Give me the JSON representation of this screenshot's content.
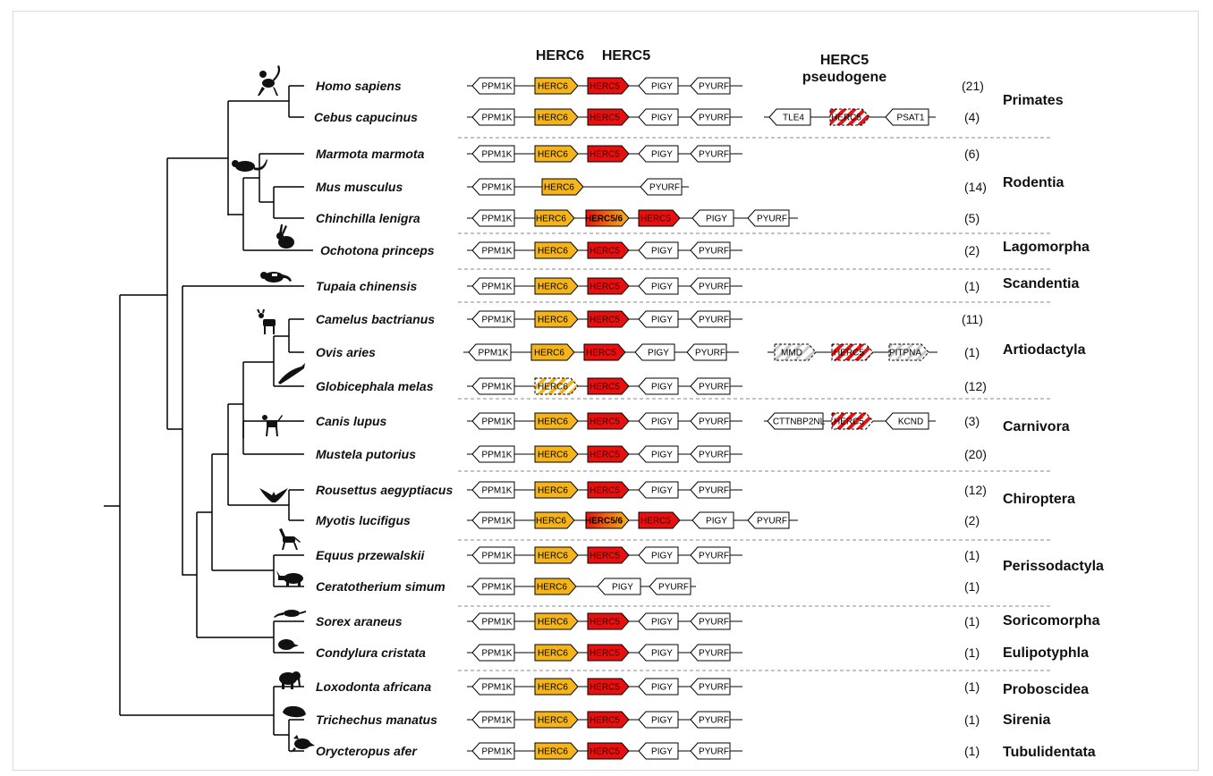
{
  "headers": {
    "herc6": "HERC6",
    "herc5": "HERC5",
    "pseudogene_line1": "HERC5",
    "pseudogene_line2": "pseudogene"
  },
  "colors": {
    "herc6": "#f5b419",
    "herc5": "#e8100e",
    "pseudo_herc": "#e81010",
    "pseudo_flank": "#bfbfbf",
    "divider": "#8a8a8a",
    "tree": "#000000"
  },
  "rows": [
    {
      "species": "Homo sapiens",
      "count": "(21)",
      "icon": "monkey-icon",
      "genes": [
        "PPM1K",
        "HERC6",
        "HERC5",
        "PIGY",
        "PYURF"
      ],
      "pseudo": []
    },
    {
      "species": "Cebus capucinus",
      "count": "(4)",
      "icon": "",
      "genes": [
        "PPM1K",
        "HERC6",
        "HERC5",
        "PIGY",
        "PYURF"
      ],
      "pseudo": [
        "TLE4",
        "HERC5",
        "PSAT1"
      ]
    },
    {
      "species": "Marmota marmota",
      "count": "(6)",
      "icon": "rat-icon",
      "genes": [
        "PPM1K",
        "HERC6",
        "HERC5",
        "PIGY",
        "PYURF"
      ],
      "pseudo": []
    },
    {
      "species": "Mus musculus",
      "count": "(14)",
      "icon": "",
      "genes": [
        "PPM1K",
        "HERC6",
        "PYURF"
      ],
      "pseudo": []
    },
    {
      "species": "Chinchilla lenigra",
      "count": "(5)",
      "icon": "",
      "genes": [
        "PPM1K",
        "HERC6",
        "HERC5/6",
        "HERC5",
        "PIGY",
        "PYURF"
      ],
      "pseudo": []
    },
    {
      "species": "Ochotona princeps",
      "count": "(2)",
      "icon": "rabbit-icon",
      "genes": [
        "PPM1K",
        "HERC6",
        "HERC5",
        "PIGY",
        "PYURF"
      ],
      "pseudo": []
    },
    {
      "species": "Tupaia chinensis",
      "count": "(1)",
      "icon": "treeshrew-icon",
      "genes": [
        "PPM1K",
        "HERC6",
        "HERC5",
        "PIGY",
        "PYURF"
      ],
      "pseudo": []
    },
    {
      "species": "Camelus bactrianus",
      "count": "(11)",
      "icon": "goat-icon",
      "genes": [
        "PPM1K",
        "HERC6",
        "HERC5",
        "PIGY",
        "PYURF"
      ],
      "pseudo": []
    },
    {
      "species": "Ovis aries",
      "count": "(1)",
      "icon": "",
      "genes": [
        "PPM1K",
        "HERC6",
        "HERC5",
        "PIGY",
        "PYURF"
      ],
      "pseudo": [
        "MMD",
        "HERC5",
        "PITPNA"
      ]
    },
    {
      "species": "Globicephala melas",
      "count": "(12)",
      "icon": "whale-icon",
      "genes": [
        "PPM1K",
        "HERC6",
        "HERC5",
        "PIGY",
        "PYURF"
      ],
      "pseudo": []
    },
    {
      "species": "Canis lupus",
      "count": "(3)",
      "icon": "dog-icon",
      "genes": [
        "PPM1K",
        "HERC6",
        "HERC5",
        "PIGY",
        "PYURF"
      ],
      "pseudo": [
        "CTTNBP2NL",
        "HERC5",
        "KCND"
      ]
    },
    {
      "species": "Mustela putorius",
      "count": "(20)",
      "icon": "",
      "genes": [
        "PPM1K",
        "HERC6",
        "HERC5",
        "PIGY",
        "PYURF"
      ],
      "pseudo": []
    },
    {
      "species": "Rousettus aegyptiacus",
      "count": "(12)",
      "icon": "bat-icon",
      "genes": [
        "PPM1K",
        "HERC6",
        "HERC5",
        "PIGY",
        "PYURF"
      ],
      "pseudo": []
    },
    {
      "species": "Myotis lucifigus",
      "count": "(2)",
      "icon": "",
      "genes": [
        "PPM1K",
        "HERC6",
        "HERC5/6",
        "HERC5",
        "PIGY",
        "PYURF"
      ],
      "pseudo": []
    },
    {
      "species": "Equus przewalskii",
      "count": "(1)",
      "icon": "horse-icon",
      "genes": [
        "PPM1K",
        "HERC6",
        "HERC5",
        "PIGY",
        "PYURF"
      ],
      "pseudo": []
    },
    {
      "species": "Ceratotherium simum",
      "count": "(1)",
      "icon": "rhino-icon",
      "genes": [
        "PPM1K",
        "HERC6",
        "PIGY",
        "PYURF"
      ],
      "pseudo": []
    },
    {
      "species": "Sorex araneus",
      "count": "(1)",
      "icon": "shrew-icon",
      "genes": [
        "PPM1K",
        "HERC6",
        "HERC5",
        "PIGY",
        "PYURF"
      ],
      "pseudo": []
    },
    {
      "species": "Condylura cristata",
      "count": "(1)",
      "icon": "mole-icon",
      "genes": [
        "PPM1K",
        "HERC6",
        "HERC5",
        "PIGY",
        "PYURF"
      ],
      "pseudo": []
    },
    {
      "species": "Loxodonta africana",
      "count": "(1)",
      "icon": "elephant-icon",
      "genes": [
        "PPM1K",
        "HERC6",
        "HERC5",
        "PIGY",
        "PYURF"
      ],
      "pseudo": []
    },
    {
      "species": "Trichechus manatus",
      "count": "(1)",
      "icon": "manatee-icon",
      "genes": [
        "PPM1K",
        "HERC6",
        "HERC5",
        "PIGY",
        "PYURF"
      ],
      "pseudo": []
    },
    {
      "species": "Orycteropus afer",
      "count": "(1)",
      "icon": "aardvark-icon",
      "genes": [
        "PPM1K",
        "HERC6",
        "HERC5",
        "PIGY",
        "PYURF"
      ],
      "pseudo": []
    }
  ],
  "orders": [
    "Primates",
    "Rodentia",
    "Lagomorpha",
    "Scandentia",
    "Artiodactyla",
    "Carnivora",
    "Chiroptera",
    "Perissodactyla",
    "Soricomorpha",
    "Eulipotyphla",
    "Proboscidea",
    "Sirenia",
    "Tubulidentata"
  ]
}
